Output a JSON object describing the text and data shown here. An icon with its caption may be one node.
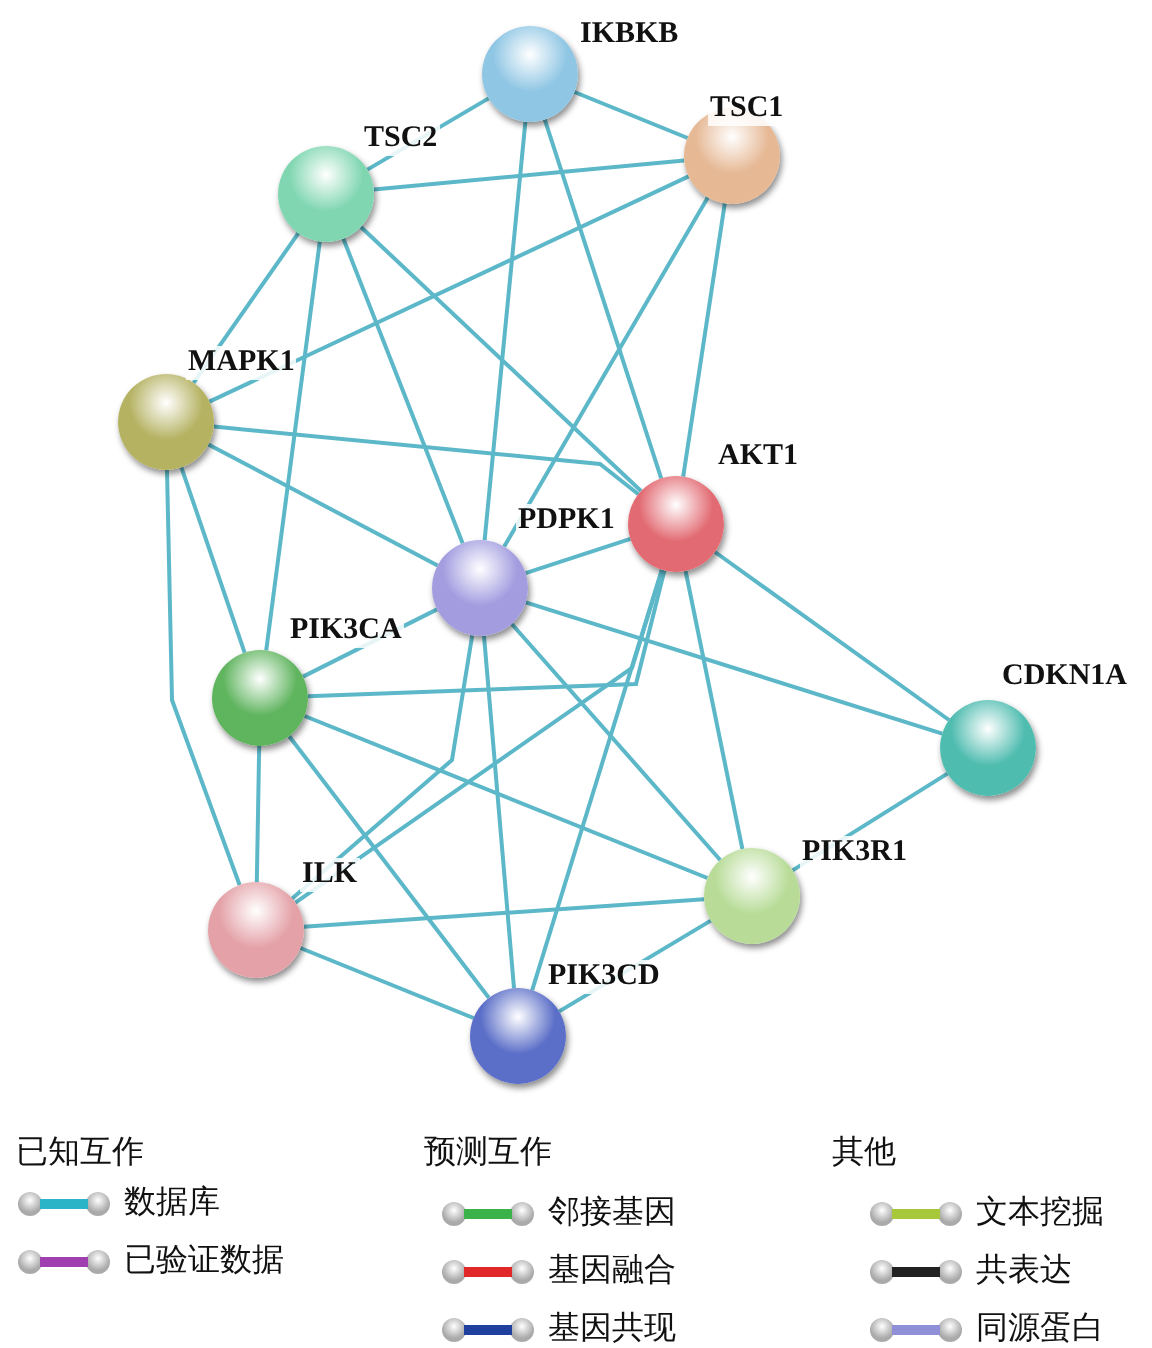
{
  "diagram": {
    "nodes": [
      {
        "text": [
          "IKBKB"
        ]
      },
      {
        "text": [
          "TSC1"
        ]
      },
      {
        "text": [
          "TSC2"
        ]
      },
      {
        "text": [
          "MAPK1"
        ]
      },
      {
        "text": [
          "PDPK1"
        ]
      },
      {
        "text": [
          "AKT1"
        ]
      },
      {
        "text": [
          "PIK3CA"
        ]
      },
      {
        "text": [
          "CDKN1A"
        ]
      },
      {
        "text": [
          "PIK3R1"
        ]
      },
      {
        "text": [
          "ILK"
        ]
      },
      {
        "text": [
          "PIK3CD"
        ]
      }
    ],
    "edges": [
      {
        "from": 0,
        "to": 2,
        "arrow": "none"
      },
      {
        "from": 0,
        "to": 1,
        "arrow": "none"
      },
      {
        "from": 0,
        "to": 4,
        "arrow": "none"
      },
      {
        "from": 0,
        "to": 5,
        "arrow": "none"
      },
      {
        "from": 1,
        "to": 2,
        "arrow": "none"
      },
      {
        "from": 1,
        "to": 3,
        "arrow": "none"
      },
      {
        "from": 1,
        "to": 4,
        "arrow": "none"
      },
      {
        "from": 1,
        "to": 5,
        "arrow": "none"
      },
      {
        "from": 2,
        "to": 3,
        "arrow": "none"
      },
      {
        "from": 2,
        "to": 4,
        "arrow": "none"
      },
      {
        "from": 2,
        "to": 5,
        "arrow": "none"
      },
      {
        "from": 2,
        "to": 6,
        "arrow": "none"
      },
      {
        "from": 3,
        "to": 4,
        "arrow": "none"
      },
      {
        "from": 3,
        "to": 5,
        "arrow": "none"
      },
      {
        "from": 3,
        "to": 6,
        "arrow": "none"
      },
      {
        "from": 3,
        "to": 9,
        "arrow": "none"
      },
      {
        "from": 4,
        "to": 5,
        "arrow": "none"
      },
      {
        "from": 4,
        "to": 6,
        "arrow": "none"
      },
      {
        "from": 4,
        "to": 9,
        "arrow": "none"
      },
      {
        "from": 4,
        "to": 10,
        "arrow": "none"
      },
      {
        "from": 4,
        "to": 8,
        "arrow": "none"
      },
      {
        "from": 4,
        "to": 7,
        "arrow": "none"
      },
      {
        "from": 5,
        "to": 7,
        "arrow": "none"
      },
      {
        "from": 5,
        "to": 8,
        "arrow": "none"
      },
      {
        "from": 5,
        "to": 10,
        "arrow": "none"
      },
      {
        "from": 5,
        "to": 9,
        "arrow": "none"
      },
      {
        "from": 5,
        "to": 6,
        "arrow": "none"
      },
      {
        "from": 6,
        "to": 9,
        "arrow": "none"
      },
      {
        "from": 6,
        "to": 8,
        "arrow": "none"
      },
      {
        "from": 6,
        "to": 10,
        "arrow": "none"
      },
      {
        "from": 9,
        "to": 8,
        "arrow": "none"
      },
      {
        "from": 9,
        "to": 10,
        "arrow": "none"
      },
      {
        "from": 10,
        "to": 8,
        "arrow": "none"
      },
      {
        "from": 8,
        "to": 7,
        "arrow": "none"
      }
    ],
    "labels": [
      "已知互作",
      "预测互作",
      "其他"
    ],
    "legend": [
      {
        "text": "数据库",
        "color": "#2bb3c8"
      },
      {
        "text": "已验证数据",
        "color": "#a040b0"
      },
      {
        "text": "邻接基因",
        "color": "#3cb34a"
      },
      {
        "text": "基因融合",
        "color": "#e02828"
      },
      {
        "text": "基因共现",
        "color": "#2040a0"
      },
      {
        "text": "文本挖掘",
        "color": "#a8c83c"
      },
      {
        "text": "共表达",
        "color": "#222222"
      },
      {
        "text": "同源蛋白",
        "color": "#9090d8"
      }
    ]
  }
}
